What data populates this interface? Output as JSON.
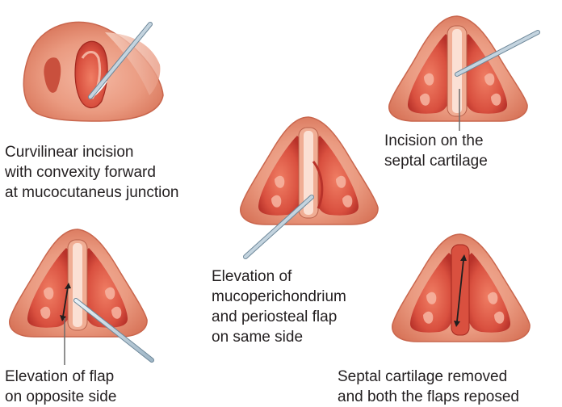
{
  "panels": [
    {
      "id": "curvilinear-incision",
      "caption_lines": [
        "Curvilinear incision",
        "with convexity forward",
        "at mucocutaneus junction"
      ]
    },
    {
      "id": "septal-incision",
      "caption_lines": [
        "Incision on the",
        "septal cartilage"
      ]
    },
    {
      "id": "same-side-elevation",
      "caption_lines": [
        "Elevation of",
        "mucoperichondrium",
        "and periosteal flap",
        "on same side"
      ]
    },
    {
      "id": "opposite-side-elevation",
      "caption_lines": [
        "Elevation of flap",
        "on opposite side"
      ]
    },
    {
      "id": "cartilage-removed",
      "caption_lines": [
        "Septal cartilage removed",
        "and both the flaps reposed"
      ]
    }
  ],
  "colors": {
    "skin_outer": "#e8957a",
    "skin_light": "#f7d2c2",
    "mucosa": "#d9503f",
    "mucosa_dark": "#b8322a",
    "cartilage": "#f3b59f",
    "instrument": "#c9dbe8",
    "instrument_edge": "#7f98ab",
    "text": "#231f20"
  },
  "icons": [
    "nose-illustration-icon",
    "scalpel-icon",
    "elevator-icon",
    "double-arrow-icon"
  ]
}
